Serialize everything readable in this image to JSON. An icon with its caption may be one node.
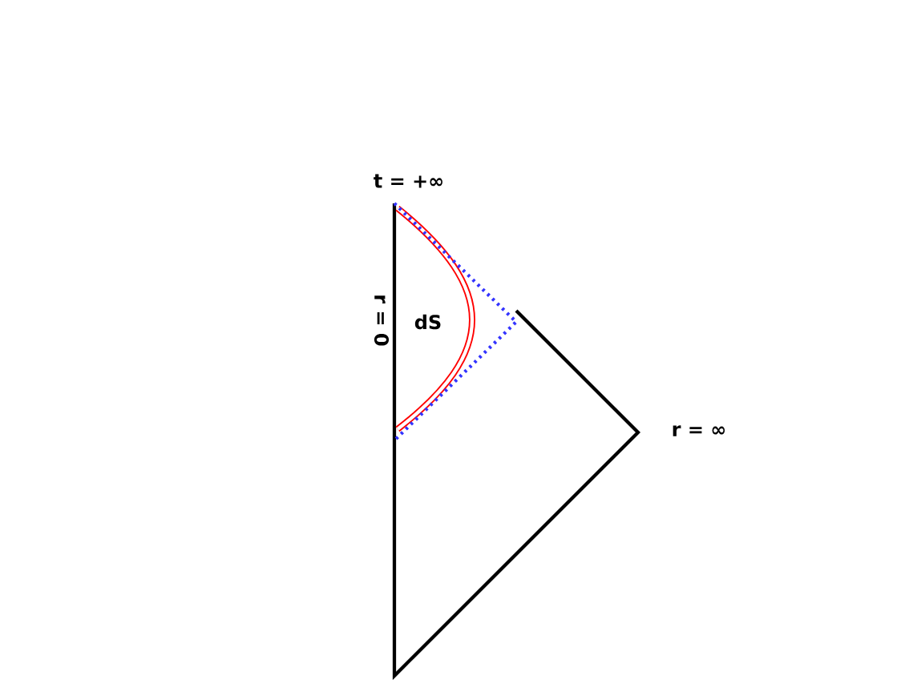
{
  "diagram": {
    "labels": [
      "t = +∞",
      "r = 0",
      "dS",
      "r = ∞"
    ]
  }
}
